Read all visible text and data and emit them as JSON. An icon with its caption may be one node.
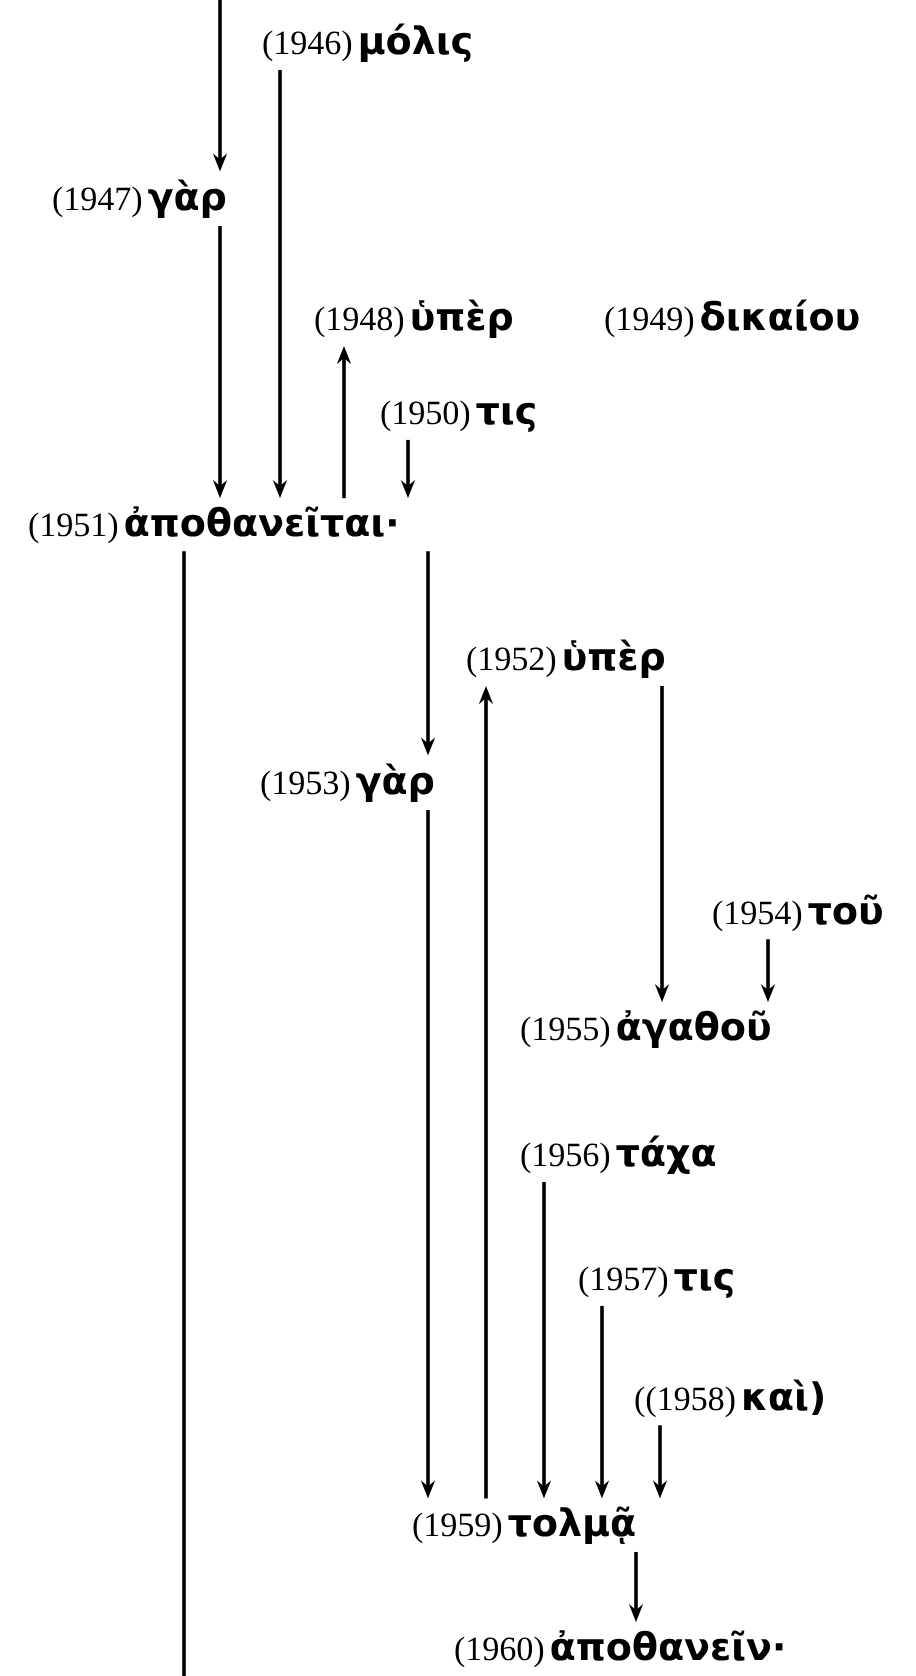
{
  "diagram": {
    "nodes": [
      {
        "text": [
          "(1946)",
          "μόλις"
        ]
      },
      {
        "text": [
          "(1947)",
          "γὰρ"
        ]
      },
      {
        "text": [
          "(1948)",
          "ὑπὲρ"
        ]
      },
      {
        "text": [
          "(1949)",
          "δικαίου"
        ]
      },
      {
        "text": [
          "(1950)",
          "τις"
        ]
      },
      {
        "text": [
          "(1951)",
          "ἀποθανεῖται·"
        ]
      },
      {
        "text": [
          "(1952)",
          "ὑπὲρ"
        ]
      },
      {
        "text": [
          "(1953)",
          "γὰρ"
        ]
      },
      {
        "text": [
          "(1954)",
          "τοῦ"
        ]
      },
      {
        "text": [
          "(1955)",
          "ἀγαθοῦ"
        ]
      },
      {
        "text": [
          "(1956)",
          "τάχα"
        ]
      },
      {
        "text": [
          "(1957)",
          "τις"
        ]
      },
      {
        "text": [
          "((1958)",
          "καὶ)"
        ]
      },
      {
        "text": [
          "(1959)",
          "τολμᾷ"
        ]
      },
      {
        "text": [
          "(1960)",
          "ἀποθανεῖν·"
        ]
      }
    ],
    "edges": [
      {
        "from": null,
        "to": 1,
        "arrow": "to"
      },
      {
        "from": 0,
        "to": 5,
        "arrow": "to"
      },
      {
        "from": 1,
        "to": 5,
        "arrow": "to"
      },
      {
        "from": 5,
        "to": 2,
        "arrow": "to"
      },
      {
        "from": 4,
        "to": 5,
        "arrow": "to"
      },
      {
        "from": 5,
        "to": null,
        "arrow": "none"
      },
      {
        "from": 5,
        "to": 7,
        "arrow": "to"
      },
      {
        "from": 13,
        "to": 6,
        "arrow": "to"
      },
      {
        "from": 6,
        "to": 9,
        "arrow": "to"
      },
      {
        "from": 8,
        "to": 9,
        "arrow": "to"
      },
      {
        "from": 7,
        "to": 13,
        "arrow": "to"
      },
      {
        "from": 10,
        "to": 13,
        "arrow": "to"
      },
      {
        "from": 11,
        "to": 13,
        "arrow": "to"
      },
      {
        "from": 12,
        "to": 13,
        "arrow": "to"
      },
      {
        "from": 13,
        "to": 14,
        "arrow": "to"
      }
    ]
  }
}
